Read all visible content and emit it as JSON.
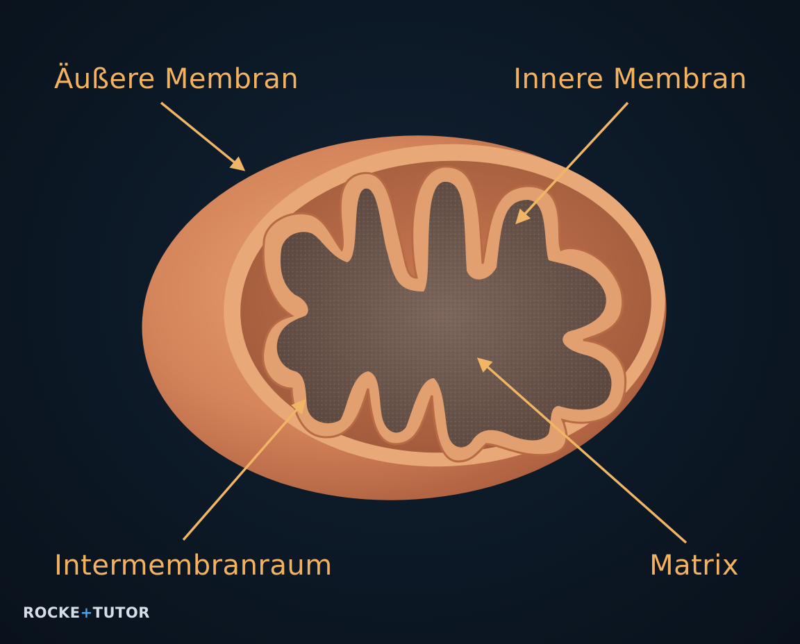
{
  "labels": {
    "outer_membrane": "Äußere Membran",
    "inner_membrane": "Innere Membran",
    "intermembrane_space": "Intermembranraum",
    "matrix": "Matrix"
  },
  "brand": {
    "left": "ROCKE",
    "plus": "+",
    "right": "TUTOR"
  },
  "colors": {
    "background": "#0c1724",
    "label_text": "#f2b25f",
    "arrow": "#f0b565",
    "outer_membrane": "#d98a5c",
    "inner_membrane": "#e2a070",
    "matrix": "#6f5a50",
    "brand_accent": "#4aa3e6"
  }
}
